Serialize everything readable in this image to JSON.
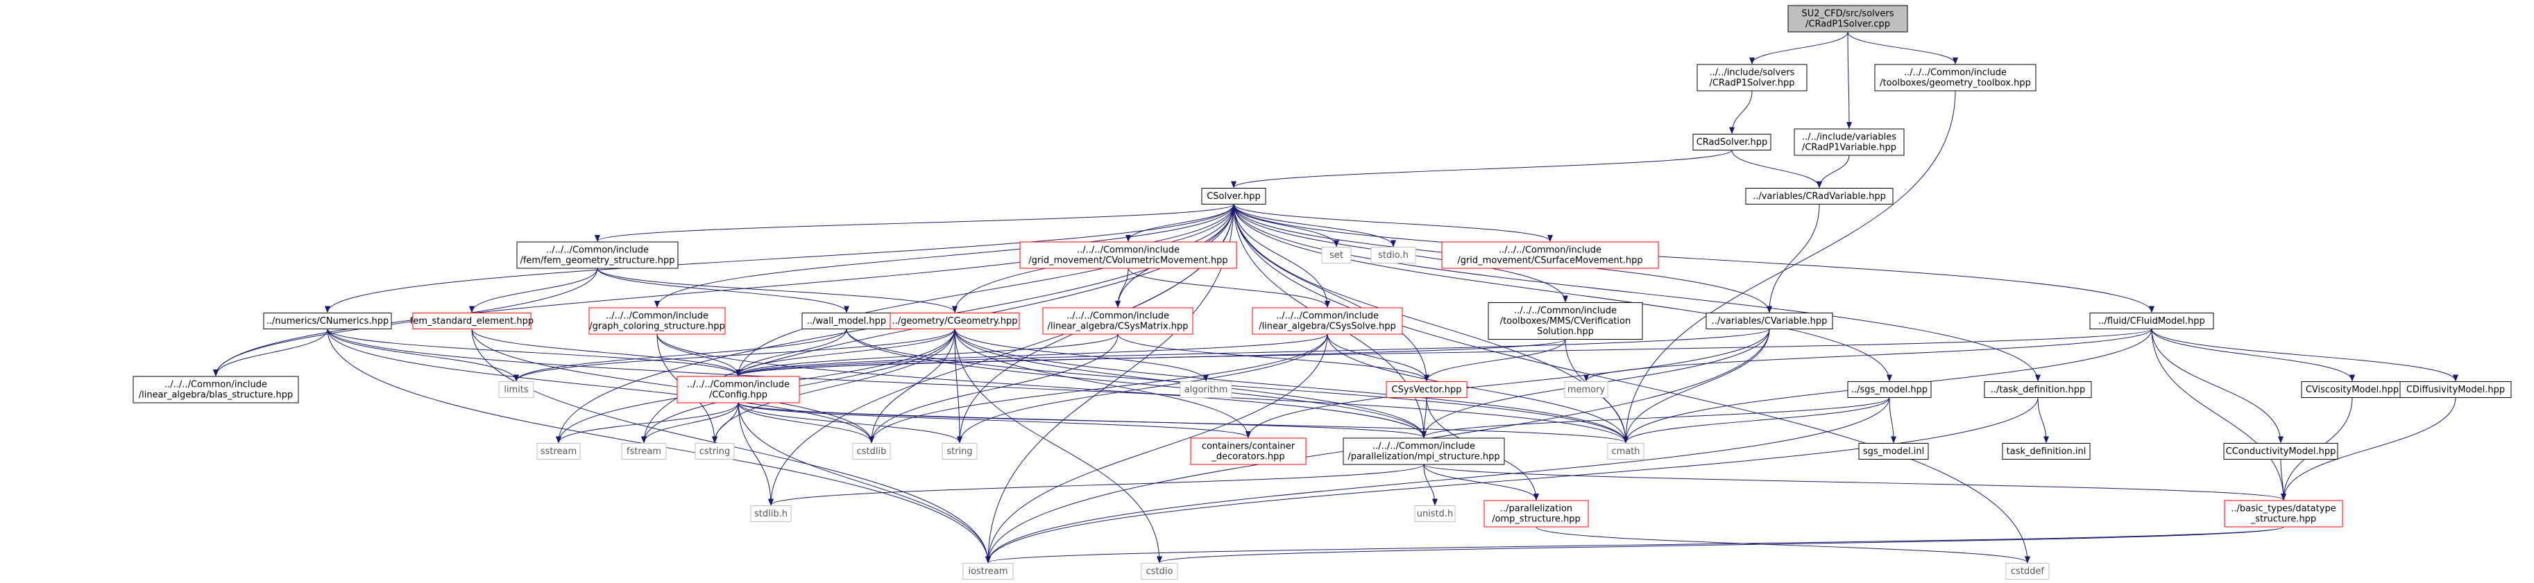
{
  "colors": {
    "edge": "#191970",
    "node_border": "#000000",
    "missing_border": "#ff0000",
    "system_border": "#bfbfbf",
    "root_fill": "#bfbfbf",
    "text": "#000000",
    "system_text": "#555555"
  },
  "nodes": [
    {
      "id": "root",
      "kind": "root",
      "lines": [
        "SU2_CFD/src/solvers",
        "/CRadP1Solver.cpp"
      ]
    },
    {
      "id": "cradp1solver_hpp",
      "kind": "normal",
      "lines": [
        "../../include/solvers",
        "/CRadP1Solver.hpp"
      ]
    },
    {
      "id": "geometry_toolbox",
      "kind": "normal",
      "lines": [
        "../../../Common/include",
        "/toolboxes/geometry_toolbox.hpp"
      ]
    },
    {
      "id": "cradsolver_hpp",
      "kind": "normal",
      "lines": [
        "CRadSolver.hpp"
      ]
    },
    {
      "id": "cradp1variable_hpp",
      "kind": "normal",
      "lines": [
        "../../include/variables",
        "/CRadP1Variable.hpp"
      ]
    },
    {
      "id": "csolver_hpp",
      "kind": "normal",
      "lines": [
        "CSolver.hpp"
      ]
    },
    {
      "id": "cradvariable_hpp",
      "kind": "normal",
      "lines": [
        "../variables/CRadVariable.hpp"
      ]
    },
    {
      "id": "fem_geometry_structure",
      "kind": "normal",
      "lines": [
        "../../../Common/include",
        "/fem/fem_geometry_structure.hpp"
      ]
    },
    {
      "id": "set",
      "kind": "system",
      "lines": [
        "set"
      ]
    },
    {
      "id": "stdio_h",
      "kind": "system",
      "lines": [
        "stdio.h"
      ]
    },
    {
      "id": "cvolumetricmovement",
      "kind": "missing",
      "lines": [
        "../../../Common/include",
        "/grid_movement/CVolumetricMovement.hpp"
      ]
    },
    {
      "id": "csurfacemovement",
      "kind": "missing",
      "lines": [
        "../../../Common/include",
        "/grid_movement/CSurfaceMovement.hpp"
      ]
    },
    {
      "id": "cnumerics_hpp",
      "kind": "normal",
      "lines": [
        "../numerics/CNumerics.hpp"
      ]
    },
    {
      "id": "fem_standard_element",
      "kind": "missing",
      "lines": [
        "fem_standard_element.hpp"
      ]
    },
    {
      "id": "graph_coloring",
      "kind": "missing",
      "lines": [
        "../../../Common/include",
        "/graph_coloring_structure.hpp"
      ]
    },
    {
      "id": "wall_model_hpp",
      "kind": "normal",
      "lines": [
        "../wall_model.hpp"
      ]
    },
    {
      "id": "cgeometry_hpp",
      "kind": "missing",
      "lines": [
        "../geometry/CGeometry.hpp"
      ]
    },
    {
      "id": "csysmatrix_hpp",
      "kind": "missing",
      "lines": [
        "../../../Common/include",
        "/linear_algebra/CSysMatrix.hpp"
      ]
    },
    {
      "id": "csyssolve_hpp",
      "kind": "missing",
      "lines": [
        "../../../Common/include",
        "/linear_algebra/CSysSolve.hpp"
      ]
    },
    {
      "id": "cverification",
      "kind": "normal",
      "lines": [
        "../../../Common/include",
        "/toolboxes/MMS/CVerification",
        "Solution.hpp"
      ]
    },
    {
      "id": "cvariable_hpp",
      "kind": "normal",
      "lines": [
        "../variables/CVariable.hpp"
      ]
    },
    {
      "id": "cfluidmodel_hpp",
      "kind": "normal",
      "lines": [
        "../fluid/CFluidModel.hpp"
      ]
    },
    {
      "id": "blas_structure",
      "kind": "normal",
      "lines": [
        "../../../Common/include",
        "/linear_algebra/blas_structure.hpp"
      ]
    },
    {
      "id": "limits",
      "kind": "system",
      "lines": [
        "limits"
      ]
    },
    {
      "id": "cconfig_hpp",
      "kind": "missing",
      "lines": [
        "../../../Common/include",
        "/CConfig.hpp"
      ]
    },
    {
      "id": "algorithm",
      "kind": "system",
      "lines": [
        "algorithm"
      ]
    },
    {
      "id": "csysvector_hpp",
      "kind": "missing",
      "lines": [
        "CSysVector.hpp"
      ]
    },
    {
      "id": "memory",
      "kind": "system",
      "lines": [
        "memory"
      ]
    },
    {
      "id": "sgs_model_hpp",
      "kind": "normal",
      "lines": [
        "../sgs_model.hpp"
      ]
    },
    {
      "id": "task_definition_hpp",
      "kind": "normal",
      "lines": [
        "../task_definition.hpp"
      ]
    },
    {
      "id": "cviscositymodel_hpp",
      "kind": "normal",
      "lines": [
        "CViscosityModel.hpp"
      ]
    },
    {
      "id": "cdiffusivitymodel_hpp",
      "kind": "normal",
      "lines": [
        "CDiffusivityModel.hpp"
      ]
    },
    {
      "id": "sstream",
      "kind": "system",
      "lines": [
        "sstream"
      ]
    },
    {
      "id": "fstream",
      "kind": "system",
      "lines": [
        "fstream"
      ]
    },
    {
      "id": "cstring",
      "kind": "system",
      "lines": [
        "cstring"
      ]
    },
    {
      "id": "cstdlib",
      "kind": "system",
      "lines": [
        "cstdlib"
      ]
    },
    {
      "id": "string",
      "kind": "system",
      "lines": [
        "string"
      ]
    },
    {
      "id": "container_decorators",
      "kind": "missing",
      "lines": [
        "containers/container",
        "_decorators.hpp"
      ]
    },
    {
      "id": "mpi_structure",
      "kind": "normal",
      "lines": [
        "../../../Common/include",
        "/parallelization/mpi_structure.hpp"
      ]
    },
    {
      "id": "cmath",
      "kind": "system",
      "lines": [
        "cmath"
      ]
    },
    {
      "id": "sgs_model_inl",
      "kind": "normal",
      "lines": [
        "sgs_model.inl"
      ]
    },
    {
      "id": "task_definition_inl",
      "kind": "normal",
      "lines": [
        "task_definition.inl"
      ]
    },
    {
      "id": "cconductivitymodel_hpp",
      "kind": "normal",
      "lines": [
        "CConductivityModel.hpp"
      ]
    },
    {
      "id": "stdlib_h",
      "kind": "system",
      "lines": [
        "stdlib.h"
      ]
    },
    {
      "id": "unistd_h",
      "kind": "system",
      "lines": [
        "unistd.h"
      ]
    },
    {
      "id": "omp_structure",
      "kind": "missing",
      "lines": [
        "../parallelization",
        "/omp_structure.hpp"
      ]
    },
    {
      "id": "datatype_structure",
      "kind": "missing",
      "lines": [
        "../basic_types/datatype",
        "_structure.hpp"
      ]
    },
    {
      "id": "iostream",
      "kind": "system",
      "lines": [
        "iostream"
      ]
    },
    {
      "id": "cstdio",
      "kind": "system",
      "lines": [
        "cstdio"
      ]
    },
    {
      "id": "cstddef",
      "kind": "system",
      "lines": [
        "cstddef"
      ]
    }
  ],
  "edges": [
    [
      "root",
      "cradp1solver_hpp"
    ],
    [
      "root",
      "cradp1variable_hpp"
    ],
    [
      "root",
      "geometry_toolbox"
    ],
    [
      "cradp1solver_hpp",
      "cradsolver_hpp"
    ],
    [
      "cradsolver_hpp",
      "csolver_hpp"
    ],
    [
      "cradsolver_hpp",
      "cradvariable_hpp"
    ],
    [
      "cradp1variable_hpp",
      "cradvariable_hpp"
    ],
    [
      "geometry_toolbox",
      "cmath"
    ],
    [
      "cradvariable_hpp",
      "cvariable_hpp"
    ],
    [
      "csolver_hpp",
      "fem_geometry_structure"
    ],
    [
      "csolver_hpp",
      "set"
    ],
    [
      "csolver_hpp",
      "stdio_h"
    ],
    [
      "csolver_hpp",
      "cvolumetricmovement"
    ],
    [
      "csolver_hpp",
      "csurfacemovement"
    ],
    [
      "csolver_hpp",
      "cnumerics_hpp"
    ],
    [
      "csolver_hpp",
      "graph_coloring"
    ],
    [
      "csolver_hpp",
      "cgeometry_hpp"
    ],
    [
      "csolver_hpp",
      "csysmatrix_hpp"
    ],
    [
      "csolver_hpp",
      "csyssolve_hpp"
    ],
    [
      "csolver_hpp",
      "cverification"
    ],
    [
      "csolver_hpp",
      "cvariable_hpp"
    ],
    [
      "csolver_hpp",
      "cfluidmodel_hpp"
    ],
    [
      "csolver_hpp",
      "sgs_model_hpp"
    ],
    [
      "csolver_hpp",
      "task_definition_hpp"
    ],
    [
      "csolver_hpp",
      "blas_structure"
    ],
    [
      "csolver_hpp",
      "cconfig_hpp"
    ],
    [
      "csolver_hpp",
      "csysvector_hpp"
    ],
    [
      "csolver_hpp",
      "sstream"
    ],
    [
      "csolver_hpp",
      "fstream"
    ],
    [
      "csolver_hpp",
      "string"
    ],
    [
      "csolver_hpp",
      "cmath"
    ],
    [
      "csolver_hpp",
      "mpi_structure"
    ],
    [
      "csolver_hpp",
      "iostream"
    ],
    [
      "csolver_hpp",
      "stdlib_h"
    ],
    [
      "csolver_hpp",
      "cstddef"
    ],
    [
      "fem_geometry_structure",
      "fem_standard_element"
    ],
    [
      "fem_geometry_structure",
      "wall_model_hpp"
    ],
    [
      "fem_geometry_structure",
      "cgeometry_hpp"
    ],
    [
      "fem_geometry_structure",
      "blas_structure"
    ],
    [
      "fem_standard_element",
      "cconfig_hpp"
    ],
    [
      "fem_standard_element",
      "iostream"
    ],
    [
      "fem_standard_element",
      "cstdlib"
    ],
    [
      "graph_coloring",
      "cconfig_hpp"
    ],
    [
      "graph_coloring",
      "cstring"
    ],
    [
      "graph_coloring",
      "mpi_structure"
    ],
    [
      "wall_model_hpp",
      "cconfig_hpp"
    ],
    [
      "wall_model_hpp",
      "limits"
    ],
    [
      "wall_model_hpp",
      "cmath"
    ],
    [
      "wall_model_hpp",
      "mpi_structure"
    ],
    [
      "cnumerics_hpp",
      "blas_structure"
    ],
    [
      "cnumerics_hpp",
      "cconfig_hpp"
    ],
    [
      "cnumerics_hpp",
      "cstdlib"
    ],
    [
      "cnumerics_hpp",
      "cmath"
    ],
    [
      "cnumerics_hpp",
      "iostream"
    ],
    [
      "cnumerics_hpp",
      "limits"
    ],
    [
      "cgeometry_hpp",
      "cconfig_hpp"
    ],
    [
      "cgeometry_hpp",
      "limits"
    ],
    [
      "cgeometry_hpp",
      "algorithm"
    ],
    [
      "cgeometry_hpp",
      "sstream"
    ],
    [
      "cgeometry_hpp",
      "fstream"
    ],
    [
      "cgeometry_hpp",
      "cstring"
    ],
    [
      "cgeometry_hpp",
      "cstdlib"
    ],
    [
      "cgeometry_hpp",
      "string"
    ],
    [
      "cgeometry_hpp",
      "cmath"
    ],
    [
      "cgeometry_hpp",
      "cstdio"
    ],
    [
      "cgeometry_hpp",
      "container_decorators"
    ],
    [
      "cgeometry_hpp",
      "mpi_structure"
    ],
    [
      "cvolumetricmovement",
      "csysmatrix_hpp"
    ],
    [
      "cvolumetricmovement",
      "csyssolve_hpp"
    ],
    [
      "csysmatrix_hpp",
      "csysvector_hpp"
    ],
    [
      "csysmatrix_hpp",
      "cconfig_hpp"
    ],
    [
      "csysmatrix_hpp",
      "cstdlib"
    ],
    [
      "csyssolve_hpp",
      "csysvector_hpp"
    ],
    [
      "csyssolve_hpp",
      "cconfig_hpp"
    ],
    [
      "csyssolve_hpp",
      "cmath"
    ],
    [
      "csyssolve_hpp",
      "iostream"
    ],
    [
      "csyssolve_hpp",
      "cstdlib"
    ],
    [
      "csyssolve_hpp",
      "string"
    ],
    [
      "cverification",
      "cconfig_hpp"
    ],
    [
      "cverification",
      "cmath"
    ],
    [
      "cverification",
      "csysvector_hpp"
    ],
    [
      "cvariable_hpp",
      "cconfig_hpp"
    ],
    [
      "cvariable_hpp",
      "cmath"
    ],
    [
      "cvariable_hpp",
      "iostream"
    ],
    [
      "cvariable_hpp",
      "container_decorators"
    ],
    [
      "cvariable_hpp",
      "mpi_structure"
    ],
    [
      "cfluidmodel_hpp",
      "cconfig_hpp"
    ],
    [
      "cfluidmodel_hpp",
      "memory"
    ],
    [
      "cfluidmodel_hpp",
      "cmath"
    ],
    [
      "cfluidmodel_hpp",
      "datatype_structure"
    ],
    [
      "cfluidmodel_hpp",
      "cviscositymodel_hpp"
    ],
    [
      "cfluidmodel_hpp",
      "cconductivitymodel_hpp"
    ],
    [
      "cfluidmodel_hpp",
      "cdiffusivitymodel_hpp"
    ],
    [
      "cviscositymodel_hpp",
      "datatype_structure"
    ],
    [
      "cdiffusivitymodel_hpp",
      "datatype_structure"
    ],
    [
      "cconductivitymodel_hpp",
      "datatype_structure"
    ],
    [
      "sgs_model_hpp",
      "iostream"
    ],
    [
      "sgs_model_hpp",
      "cmath"
    ],
    [
      "sgs_model_hpp",
      "sgs_model_inl"
    ],
    [
      "sgs_model_hpp",
      "mpi_structure"
    ],
    [
      "task_definition_hpp",
      "iostream"
    ],
    [
      "task_definition_hpp",
      "task_definition_inl"
    ],
    [
      "cconfig_hpp",
      "sstream"
    ],
    [
      "cconfig_hpp",
      "fstream"
    ],
    [
      "cconfig_hpp",
      "cstring"
    ],
    [
      "cconfig_hpp",
      "cstdlib"
    ],
    [
      "cconfig_hpp",
      "string"
    ],
    [
      "cconfig_hpp",
      "cmath"
    ],
    [
      "cconfig_hpp",
      "iostream"
    ],
    [
      "cconfig_hpp",
      "stdlib_h"
    ],
    [
      "cconfig_hpp",
      "container_decorators"
    ],
    [
      "cconfig_hpp",
      "mpi_structure"
    ],
    [
      "csysvector_hpp",
      "mpi_structure"
    ],
    [
      "csysvector_hpp",
      "omp_structure"
    ],
    [
      "mpi_structure",
      "stdlib_h"
    ],
    [
      "mpi_structure",
      "unistd_h"
    ],
    [
      "mpi_structure",
      "omp_structure"
    ],
    [
      "mpi_structure",
      "datatype_structure"
    ],
    [
      "omp_structure",
      "cstddef"
    ],
    [
      "datatype_structure",
      "iostream"
    ],
    [
      "datatype_structure",
      "cstdio"
    ]
  ]
}
